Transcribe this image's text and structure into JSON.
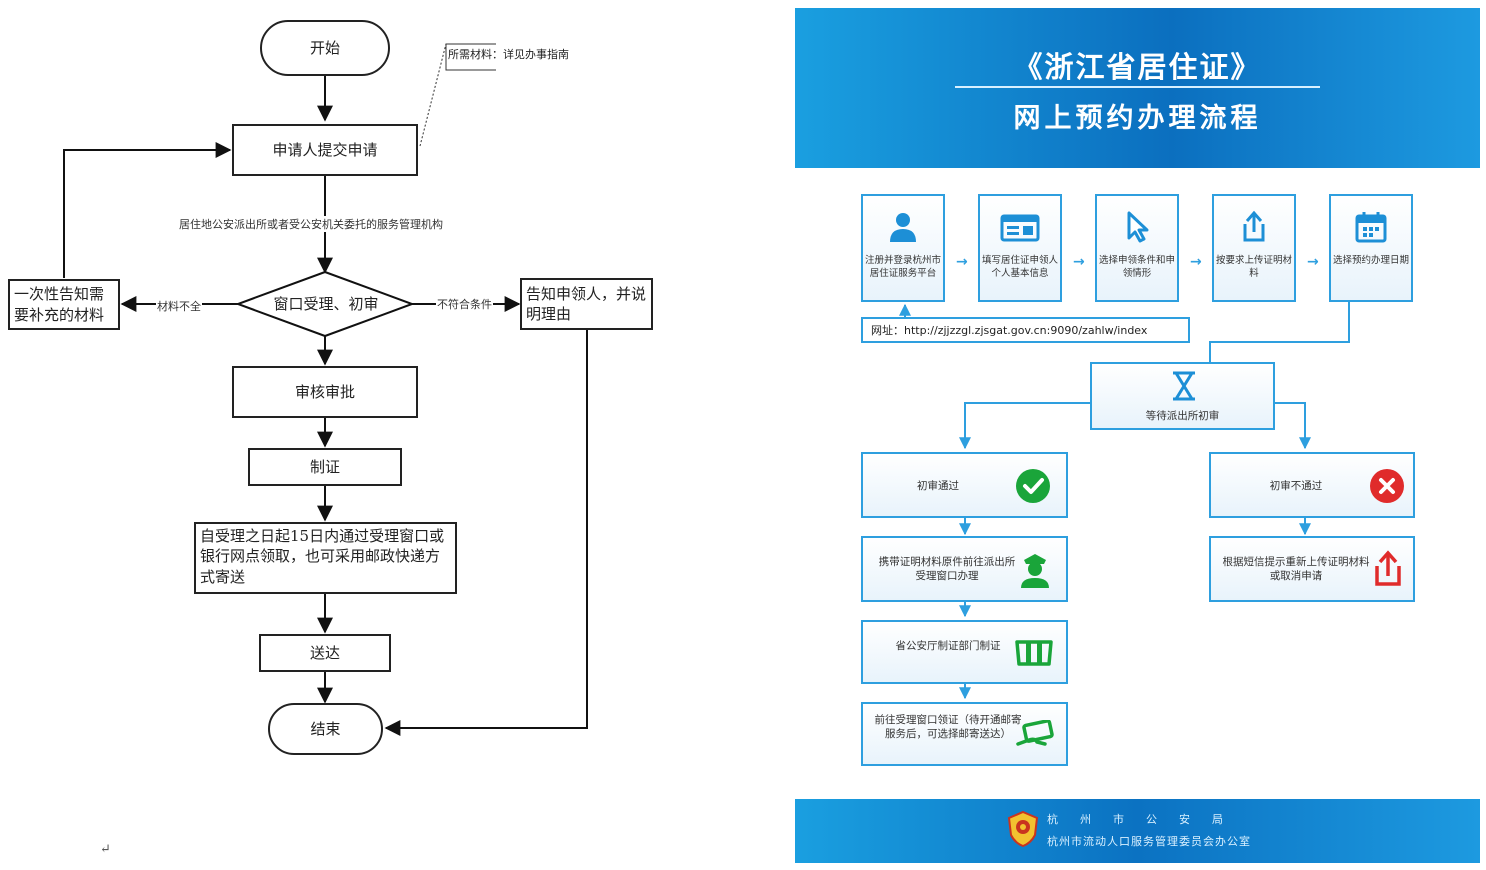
{
  "flowchart": {
    "start": "开始",
    "submit": "申请人提交申请",
    "note": "所需材料：详见办事指南",
    "agency_label": "居住地公安派出所或者受公安机关委托的服务管理机构",
    "review_window": "窗口受理、初审",
    "supplement": "一次性告知需要补充的材料",
    "label_incomplete": "材料不全",
    "label_ineligible": "不符合条件",
    "notify": "告知申领人，并说明理由",
    "approve": "审核审批",
    "produce": "制证",
    "pickup": "自受理之日起15日内通过受理窗口或银行网点领取，也可采用邮政快递方式寄送",
    "deliver": "送达",
    "end": "结束",
    "para_mark": "↵"
  },
  "poster": {
    "title": "《浙江省居住证》",
    "subtitle": "网上预约办理流程",
    "steps": [
      {
        "icon": "user-icon",
        "text": "注册并登录杭州市居住证服务平台"
      },
      {
        "icon": "id-card-icon",
        "text": "填写居住证申领人个人基本信息"
      },
      {
        "icon": "cursor-icon",
        "text": "选择申领条件和申领情形"
      },
      {
        "icon": "upload-icon",
        "text": "按要求上传证明材料"
      },
      {
        "icon": "calendar-icon",
        "text": "选择预约办理日期"
      }
    ],
    "url": "网址：http://zjjzzgl.zjsgat.gov.cn:9090/zahlw/index",
    "wait": "等待派出所初审",
    "pass": "初审通过",
    "fail": "初审不通过",
    "bring": "携带证明材料原件前往派出所受理窗口办理",
    "reupload": "根据短信提示重新上传证明材料或取消申请",
    "make": "省公安厅制证部门制证",
    "collect": "前往受理窗口领证（待开通邮寄服务后，可选择邮寄送达）",
    "footer_org1": "杭州市公安局",
    "footer_org2": "杭州市流动人口服务管理委员会办公室",
    "colors": {
      "accent": "#2e9fdf",
      "pass": "#1aa53a",
      "fail": "#e02b2b",
      "header": "#0b6fbf"
    }
  }
}
